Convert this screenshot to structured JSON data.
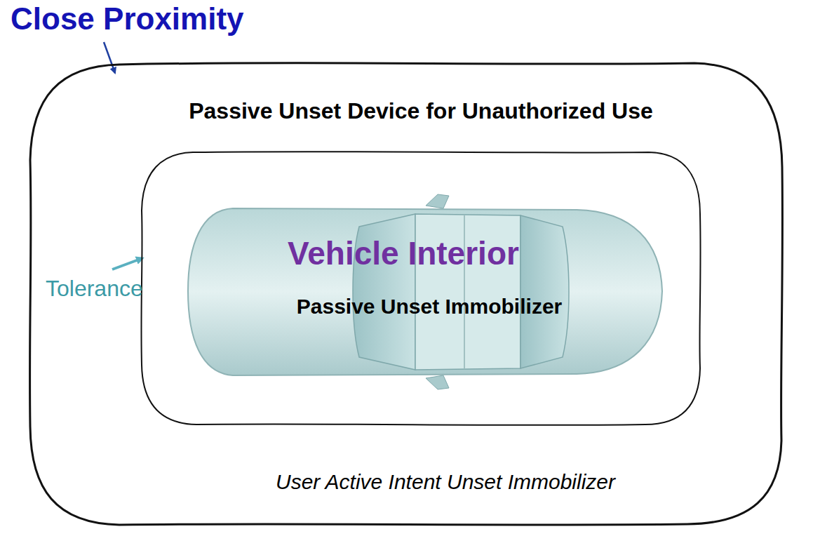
{
  "diagram": {
    "nodes": [
      {
        "text": [
          "Close Proximity",
          "Passive Unset Device for Unauthorized Use",
          "User Active Intent Unset Immobilizer"
        ]
      },
      {
        "text": [
          "Tolerance"
        ],
        "in": 0
      },
      {
        "text": [
          "Vehicle Interior",
          "Passive Unset Immobilizer"
        ],
        "in": 1
      }
    ]
  }
}
